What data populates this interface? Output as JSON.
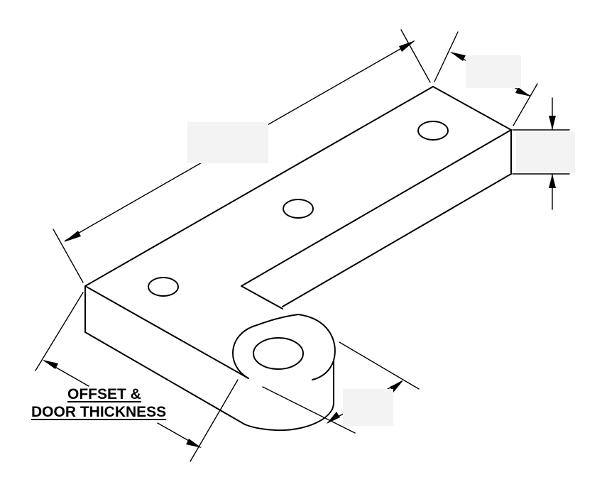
{
  "diagram": {
    "caption_line1": "OFFSET &",
    "caption_line2": "DOOR THICKNESS",
    "hidden_label_boxes": [
      "length-dimension-label",
      "width-dimension-label",
      "thickness-dimension-label",
      "radius-dimension-label"
    ],
    "colors": {
      "line": "#000000",
      "label_mask": "#f3f3f3",
      "background": "#ffffff"
    }
  }
}
